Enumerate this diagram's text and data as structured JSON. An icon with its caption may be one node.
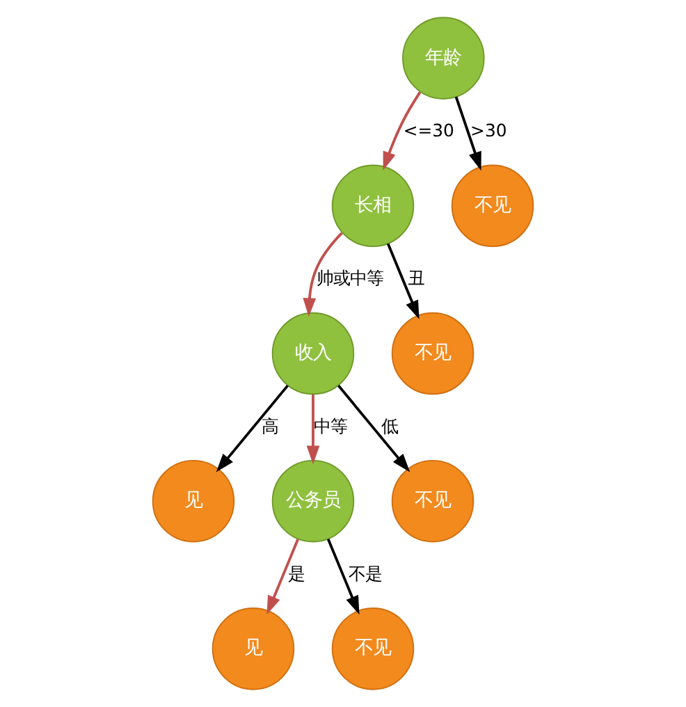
{
  "diagram": {
    "nodes": [
      {
        "text": [
          "年龄"
        ]
      },
      {
        "text": [
          "长相"
        ]
      },
      {
        "text": [
          "不见"
        ]
      },
      {
        "text": [
          "收入"
        ]
      },
      {
        "text": [
          "不见"
        ]
      },
      {
        "text": [
          "见"
        ]
      },
      {
        "text": [
          "公务员"
        ]
      },
      {
        "text": [
          "不见"
        ]
      },
      {
        "text": [
          "见"
        ]
      },
      {
        "text": [
          "不见"
        ]
      }
    ],
    "edges": [
      {
        "from": 0,
        "to": 1,
        "arrow": "to",
        "label": "<=30",
        "color": "#c0504d"
      },
      {
        "from": 0,
        "to": 2,
        "arrow": "to",
        "label": ">30"
      },
      {
        "from": 1,
        "to": 3,
        "arrow": "to",
        "label": "帅或中等",
        "color": "#c0504d"
      },
      {
        "from": 1,
        "to": 4,
        "arrow": "to",
        "label": "丑"
      },
      {
        "from": 3,
        "to": 5,
        "arrow": "to",
        "label": "高"
      },
      {
        "from": 3,
        "to": 6,
        "arrow": "to",
        "label": "中等",
        "color": "#c0504d"
      },
      {
        "from": 3,
        "to": 7,
        "arrow": "to",
        "label": "低"
      },
      {
        "from": 6,
        "to": 8,
        "arrow": "to",
        "label": "是",
        "color": "#c0504d"
      },
      {
        "from": 6,
        "to": 9,
        "arrow": "to",
        "label": "不是"
      }
    ]
  }
}
